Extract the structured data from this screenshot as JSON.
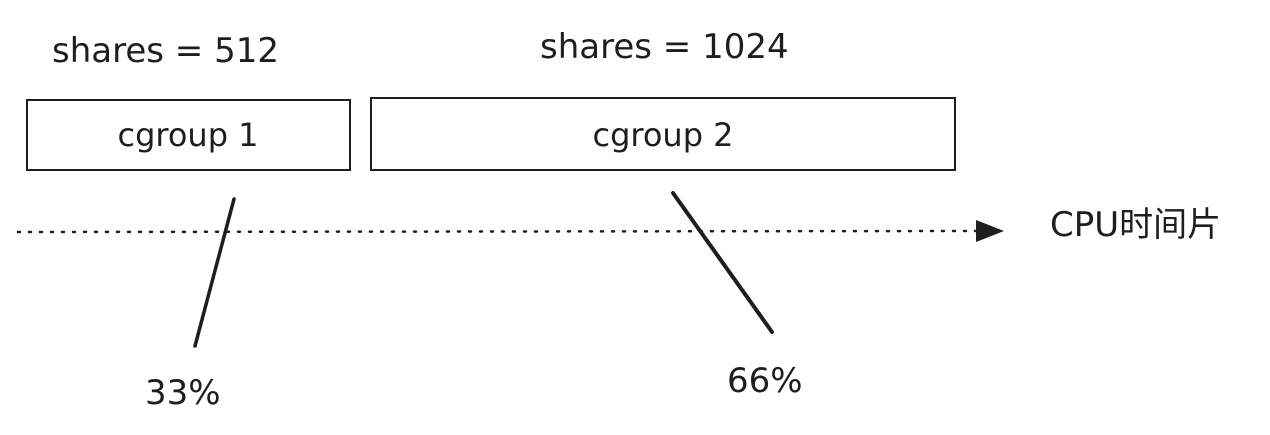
{
  "colors": {
    "stroke": "#1e1e1e",
    "background": "#ffffff"
  },
  "cgroups": [
    {
      "shares_label": "shares = 512",
      "name": "cgroup 1",
      "percent_label": "33%"
    },
    {
      "shares_label": "shares = 1024",
      "name": "cgroup 2",
      "percent_label": "66%"
    }
  ],
  "timeline": {
    "label": "CPU时间片",
    "style": "dotted",
    "arrow_icon": "arrow-right-icon"
  }
}
